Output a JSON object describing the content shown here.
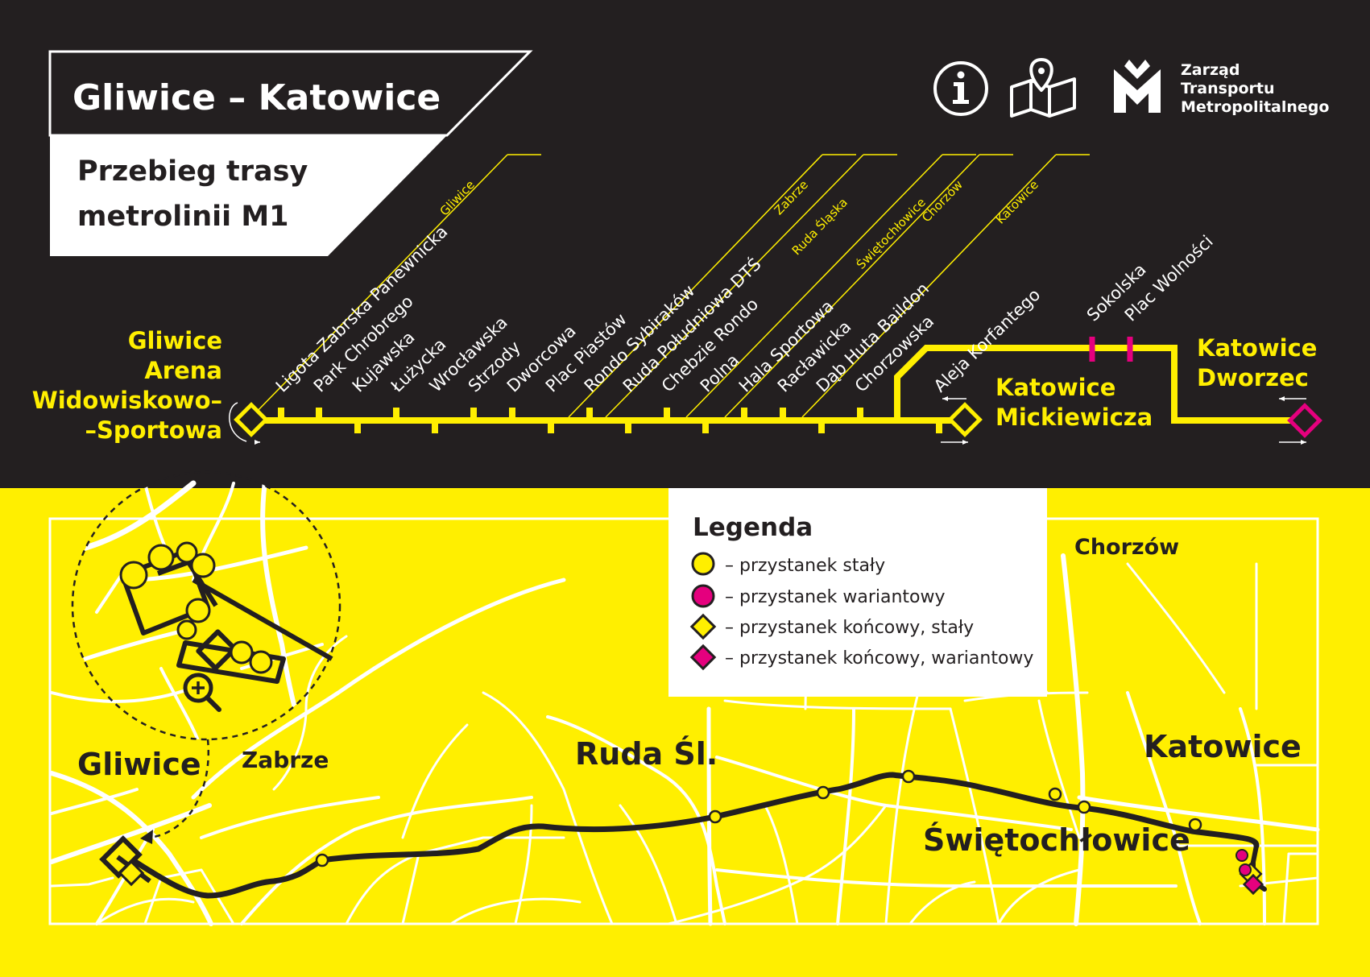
{
  "header": {
    "title": "Gliwice – Katowice",
    "subtitle_line1": "Przebieg trasy",
    "subtitle_line2": "metrolinii M1"
  },
  "operator": {
    "line1": "Zarząd",
    "line2": "Transportu",
    "line3": "Metropolitalnego"
  },
  "icons": [
    "info-icon",
    "map-pin-icon",
    "ztm-logo-icon",
    "zoom-in-icon"
  ],
  "terminal_start": {
    "line1": "Gliwice",
    "line2": "Arena",
    "line3": "Widowiskowo–",
    "line4": "–Sportowa"
  },
  "terminal_mid": {
    "line1": "Katowice",
    "line2": "Mickiewicza"
  },
  "terminal_end": {
    "line1": "Katowice",
    "line2": "Dworzec"
  },
  "stops": [
    "Ligota Zabrska Panewnicka",
    "Park Chrobrego",
    "Kujawska",
    "Łużycka",
    "Wrocławska",
    "Strzody",
    "Dworcowa",
    "Plac Piastów",
    "Rondo Sybiraków",
    "Ruda Południowa DTŚ",
    "Chebzie Rondo",
    "Polna",
    "Hala Sportowa",
    "Racławicka",
    "Dąb Huta Baildon",
    "Chorzowska",
    "Aleja Korfantego"
  ],
  "variant_stops": [
    "Sokolska",
    "Plac Wolności"
  ],
  "city_boundaries": [
    "Gliwice",
    "Zabrze",
    "Ruda Śląska",
    "Świętochłowice",
    "Chorzów",
    "Katowice"
  ],
  "map_labels": {
    "gliwice": "Gliwice",
    "zabrze": "Zabrze",
    "ruda": "Ruda Śl.",
    "swietochlowice": "Świętochłowice",
    "katowice": "Katowice",
    "chorzow": "Chorzów"
  },
  "legend": {
    "title": "Legenda",
    "items": [
      "– przystanek stały",
      "– przystanek wariantowy",
      "– przystanek końcowy, stały",
      "– przystanek końcowy, wariantowy"
    ]
  },
  "colors": {
    "dark": "#231f20",
    "yellow": "#ffef00",
    "magenta": "#e5007e",
    "white": "#ffffff"
  }
}
